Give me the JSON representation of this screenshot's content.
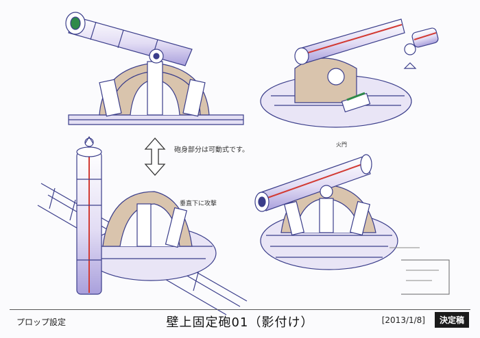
{
  "annotations": {
    "barrel_note": "砲身部分は可動式です。",
    "vertical_note": "垂直下に攻撃",
    "muzzle_note": "火門"
  },
  "footer": {
    "category": "プロップ設定",
    "title": "壁上固定砲01（影付け）",
    "date": "[2013/1/8]",
    "status": "決定稿"
  },
  "colors": {
    "line": "#3a3d8a",
    "shade": "#c9b9e6",
    "wood_tone": "#d9c4ad",
    "red_band": "#d23a33",
    "highlight": "#ffffff"
  }
}
